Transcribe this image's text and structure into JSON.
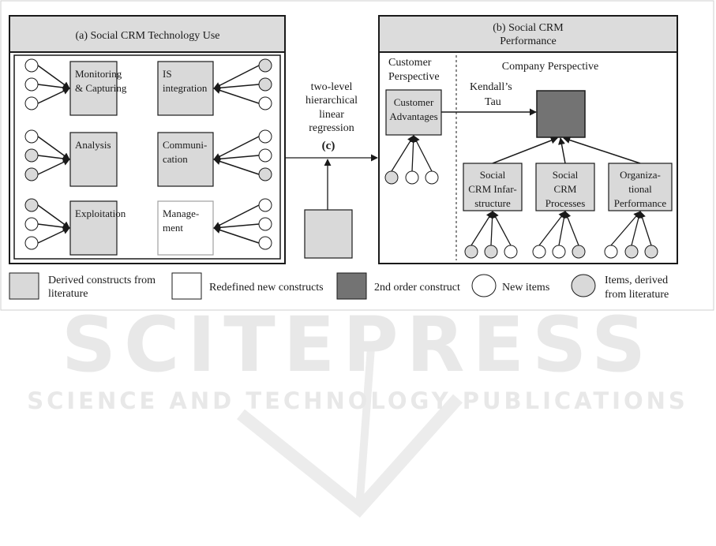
{
  "panel_a": {
    "title": "(a) Social CRM Technology Use"
  },
  "panel_b": {
    "title_line1": "(b) Social CRM",
    "title_line2": "Performance"
  },
  "constructs_a": [
    {
      "lines": [
        "Monitoring",
        "& Capturing"
      ],
      "kind": "derived"
    },
    {
      "lines": [
        "IS",
        "integration"
      ],
      "kind": "derived"
    },
    {
      "lines": [
        "Analysis"
      ],
      "kind": "derived"
    },
    {
      "lines": [
        "Communi-",
        "cation"
      ],
      "kind": "derived"
    },
    {
      "lines": [
        "Exploitation"
      ],
      "kind": "derived"
    },
    {
      "lines": [
        "Manage-",
        "ment"
      ],
      "kind": "redefined"
    }
  ],
  "items_a": [
    [
      "new",
      "new",
      "new"
    ],
    [
      "derived",
      "derived",
      "new"
    ],
    [
      "new",
      "derived",
      "derived"
    ],
    [
      "new",
      "new",
      "derived"
    ],
    [
      "derived",
      "new",
      "new"
    ],
    [
      "new",
      "new",
      "new"
    ]
  ],
  "regression": {
    "line1": "two-level",
    "line2": "hierarchical",
    "line3": "linear",
    "line4": "regression",
    "label": "(c)"
  },
  "customer_perspective": {
    "line1": "Customer",
    "line2": "Perspective"
  },
  "company_perspective": "Company Perspective",
  "kendall": {
    "line1": "Kendall’s",
    "line2": "Tau"
  },
  "customer_construct": [
    "Customer",
    "Advantages"
  ],
  "customer_items": [
    "derived",
    "new",
    "new"
  ],
  "company_constructs": [
    {
      "lines": [
        "Social",
        "CRM Infar-",
        "structure"
      ],
      "items": [
        "derived",
        "derived",
        "new"
      ]
    },
    {
      "lines": [
        "Social",
        "CRM",
        "Processes"
      ],
      "items": [
        "new",
        "new",
        "derived"
      ]
    },
    {
      "lines": [
        "Organiza-",
        "tional",
        "Performance"
      ],
      "items": [
        "new",
        "derived",
        "derived"
      ]
    }
  ],
  "legend": {
    "derived_line1": "Derived constructs from",
    "derived_line2": "literature",
    "redefined": "Redefined new constructs",
    "second_order": "2nd order construct",
    "new_items": "New items",
    "derived_items_line1": "Items, derived",
    "derived_items_line2": "from literature"
  },
  "colors": {
    "derived_fill": "#d9d9d9",
    "second_order_fill": "#737373",
    "header_fill": "#dcdcdc",
    "line": "#1a1a1a",
    "watermark": "#e6e6e6"
  },
  "watermark": {
    "line1": "SCITEPRESS",
    "line2": "SCIENCE AND TECHNOLOGY PUBLICATIONS"
  }
}
